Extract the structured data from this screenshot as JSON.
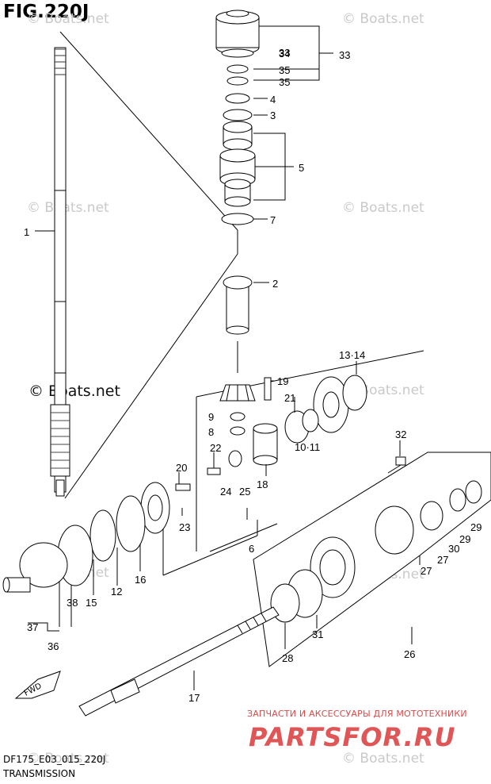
{
  "header": {
    "figure_title": "FIG.220J"
  },
  "watermarks": {
    "items": [
      "© Boats.net",
      "© Boats.net",
      "© Boats.net",
      "© Boats.net",
      "© Boats.net",
      "© Boats.net",
      "© Boats.net",
      "© Boats.net",
      "© Boats.net"
    ],
    "main": "© Boats.net"
  },
  "callouts": [
    "33",
    "34",
    "35",
    "35",
    "4",
    "3",
    "5",
    "7",
    "2",
    "1",
    "13·14",
    "19",
    "21",
    "9",
    "8",
    "10·11",
    "22",
    "20",
    "24",
    "25",
    "18",
    "32",
    "23",
    "6",
    "12",
    "16",
    "15",
    "38",
    "37",
    "36",
    "29",
    "29",
    "30",
    "27",
    "27",
    "26",
    "31",
    "28",
    "17"
  ],
  "fwd_label": "FWD",
  "footer": {
    "code": "DF175_E03_015_220J",
    "caption": "TRANSMISSION",
    "banner_text": "ЗАПЧАСТИ И АКСЕССУАРЫ ДЛЯ МОТОТЕХНИКИ",
    "logo_text": "PARTSFOR.RU"
  }
}
